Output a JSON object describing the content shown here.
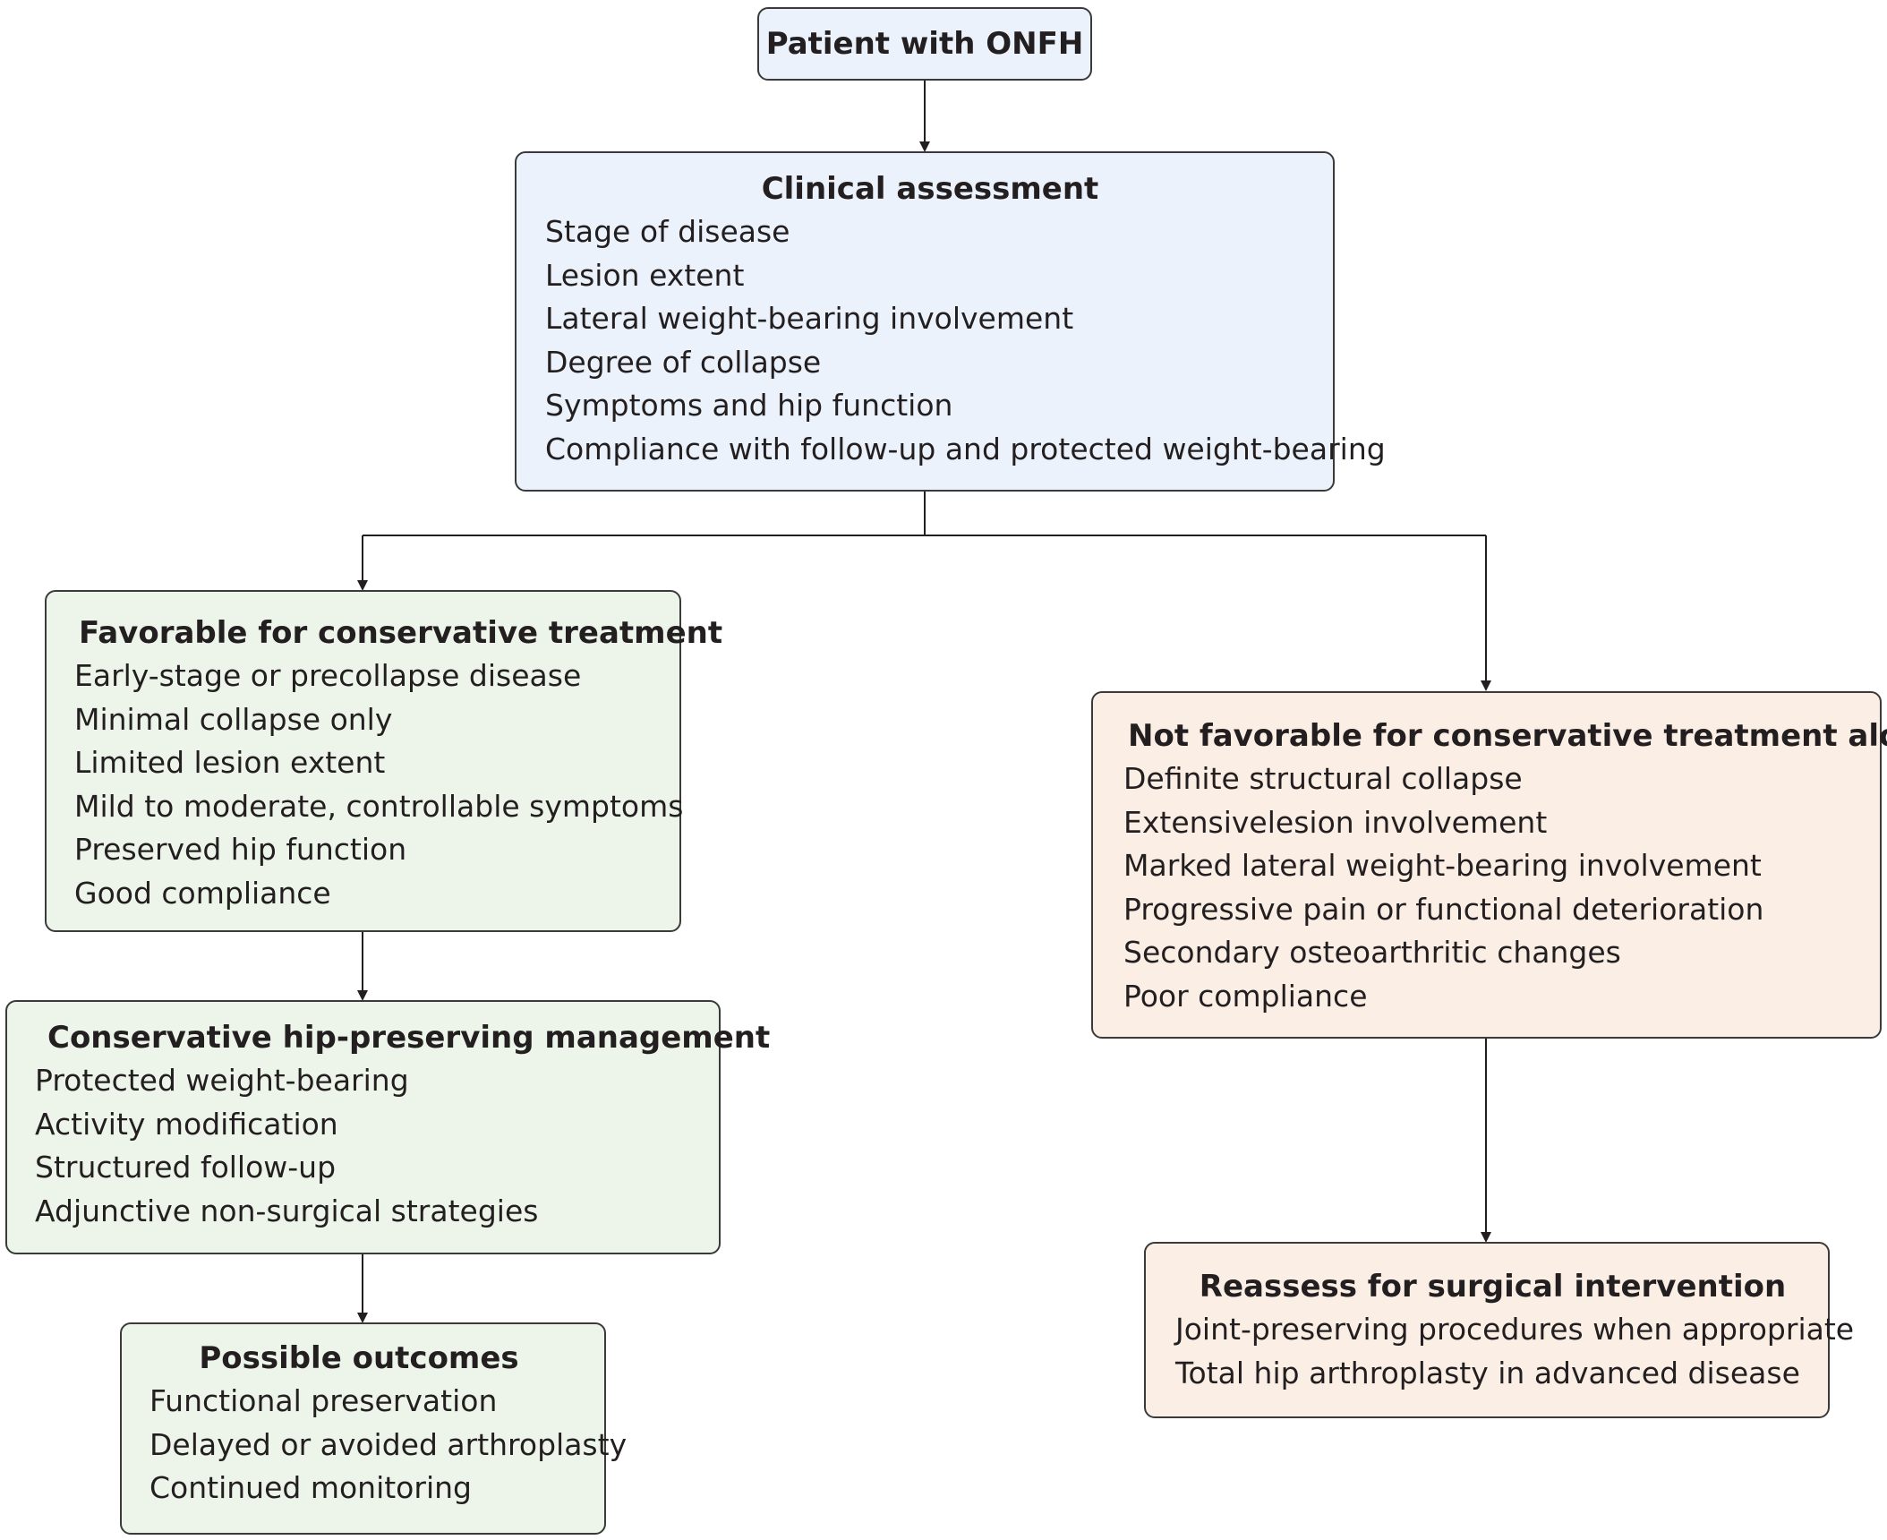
{
  "nodes": {
    "start": {
      "title": "Patient with ONFH"
    },
    "assessment": {
      "title": "Clinical assessment",
      "items": [
        "Stage of disease",
        "Lesion extent",
        "Lateral weight-bearing involvement",
        "Degree of collapse",
        "Symptoms and hip function",
        "Compliance with follow-up and protected weight-bearing"
      ]
    },
    "favorable": {
      "title": "Favorable for conservative treatment",
      "items": [
        "Early-stage or precollapse disease",
        "Minimal collapse only",
        "Limited lesion extent",
        "Mild to moderate, controllable symptoms",
        "Preserved hip function",
        "Good compliance"
      ]
    },
    "not_favorable": {
      "title": "Not favorable for conservative treatment alone",
      "items": [
        "Definite structural collapse",
        "Extensivelesion involvement",
        "Marked lateral weight-bearing involvement",
        "Progressive pain or functional deterioration",
        "Secondary osteoarthritic changes",
        "Poor compliance"
      ]
    },
    "management": {
      "title": "Conservative hip-preserving management",
      "items": [
        "Protected weight-bearing",
        "Activity modification",
        "Structured follow-up",
        "Adjunctive non-surgical strategies"
      ]
    },
    "outcomes": {
      "title": "Possible outcomes",
      "items": [
        "Functional preservation",
        "Delayed or avoided arthroplasty",
        "Continued monitoring"
      ]
    },
    "surgical": {
      "title": "Reassess for surgical intervention",
      "items": [
        "Joint-preserving procedures when appropriate",
        "Total hip arthroplasty in advanced disease"
      ]
    }
  },
  "colors": {
    "start_fill": "#ebf2fb",
    "favorable_fill": "#edf5ea",
    "unfavorable_fill": "#fbefe5",
    "border": "#3a3a3a",
    "text": "#231f20"
  }
}
